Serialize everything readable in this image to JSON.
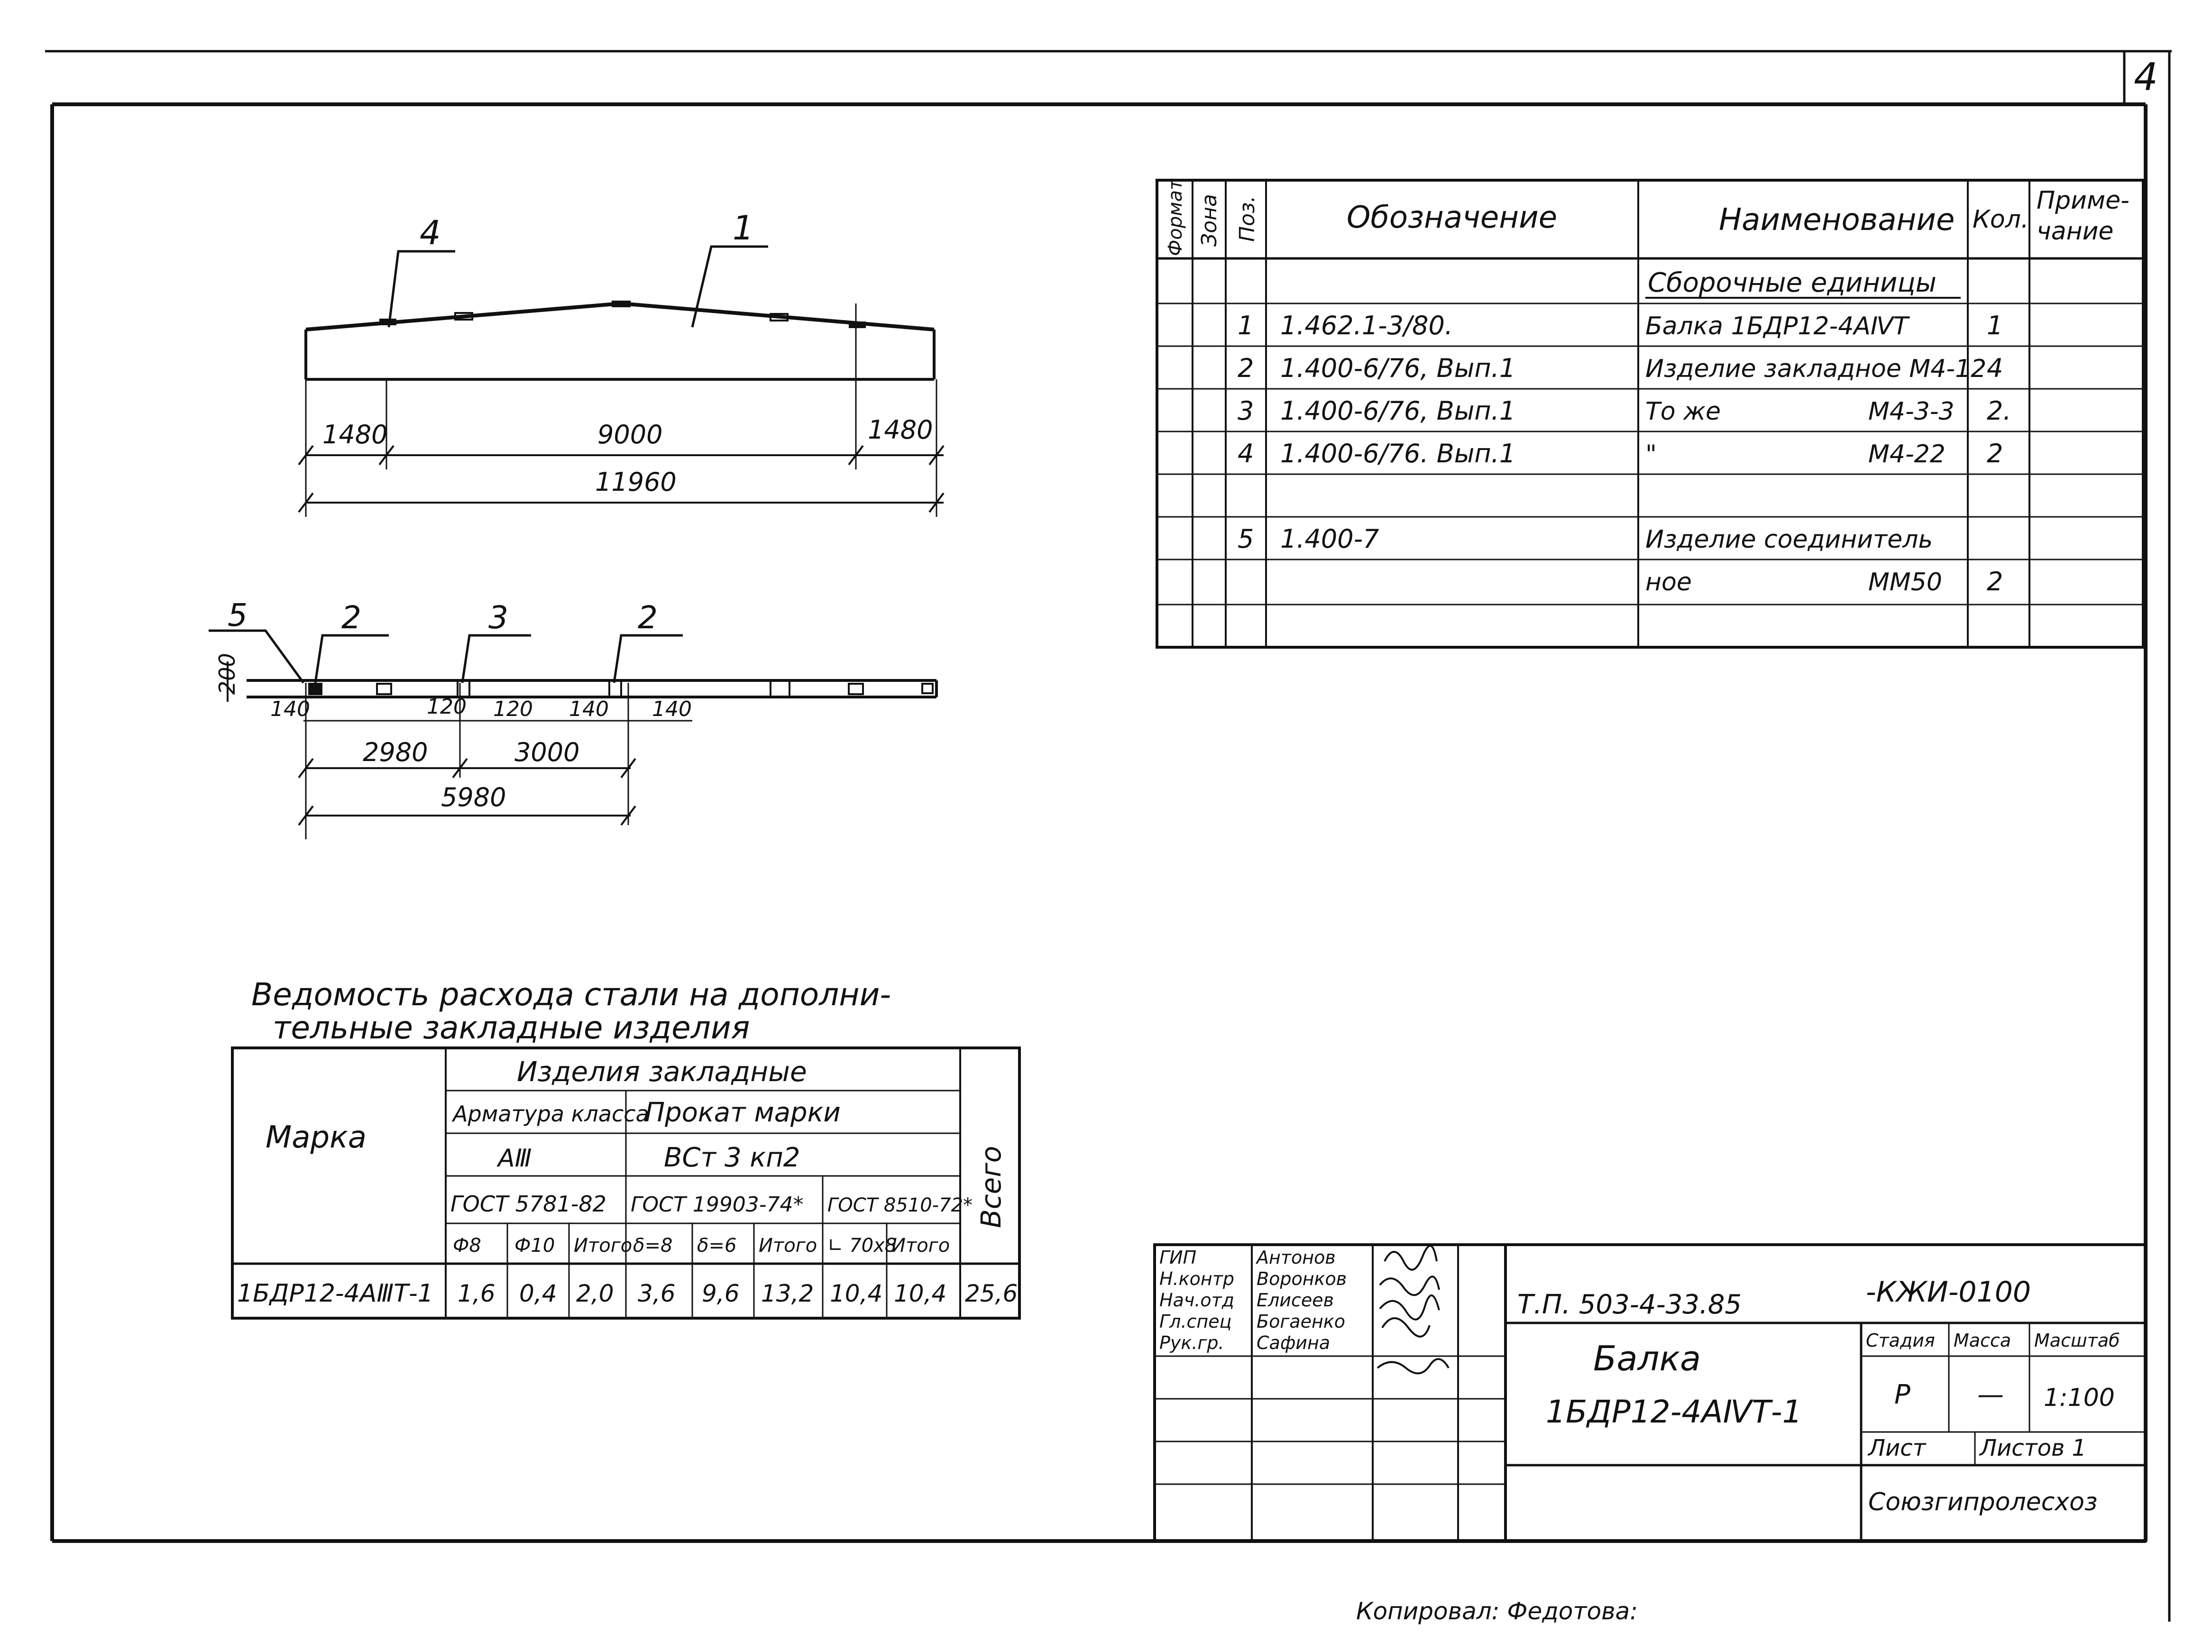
{
  "sheet_number": "4",
  "drawing_top": {
    "leader_labels": [
      "4",
      "1"
    ],
    "dims": [
      "1480",
      "9000",
      "1480"
    ],
    "overall": "11960"
  },
  "drawing_bottom": {
    "leader_labels": [
      "5",
      "2",
      "3",
      "2"
    ],
    "height_dim": "200",
    "small_dims": [
      "140",
      "120",
      "120",
      "140",
      "140"
    ],
    "dims": [
      "2980",
      "3000"
    ],
    "overall": "5980"
  },
  "spec_table": {
    "header": {
      "format": "Формат",
      "zone": "Зона",
      "pos": "Поз.",
      "designation": "Обозначение",
      "name": "Наименование",
      "qty": "Кол.",
      "note": "Приме-\nчание"
    },
    "section_title": "Сборочные единицы",
    "rows": [
      {
        "pos": "1",
        "designation": "1.462.1-3/80.",
        "name": "Балка 1БДР12-4АⅣТ",
        "mark": "",
        "qty": "1"
      },
      {
        "pos": "2",
        "designation": "1.400-6/76, Вып.1",
        "name": "Изделие закладное М4-12",
        "mark": "",
        "qty": "4"
      },
      {
        "pos": "3",
        "designation": "1.400-6/76, Вып.1",
        "name": "То же",
        "mark": "М4-3-3",
        "qty": "2."
      },
      {
        "pos": "4",
        "designation": "1.400-6/76. Вып.1",
        "name": "\"",
        "mark": "М4-22",
        "qty": "2"
      },
      {
        "pos": "5",
        "designation": "1.400-7",
        "name": "Изделие соединитель",
        "mark": "",
        "qty": ""
      },
      {
        "pos": "",
        "designation": "",
        "name": "ное",
        "mark": "ММ50",
        "qty": "2"
      }
    ]
  },
  "steel_table": {
    "title_line1": "Ведомость расхода стали на дополни-",
    "title_line2": "тельные закладные изделия",
    "col_mark": "Марка",
    "group": "Изделия закладные",
    "rebar_class": "Арматура класса",
    "rebar_grade": "АⅢ",
    "rebar_gost": "ГОСТ 5781-82",
    "rolled": "Прокат марки",
    "rolled_grade": "ВСт 3 кп2",
    "rolled_gost1": "ГОСТ 19903-74*",
    "rolled_gost2": "ГОСТ 8510-72*",
    "total": "Всего",
    "sub_headers": [
      "Ф8",
      "Ф10",
      "Итого",
      "δ=8",
      "δ=6",
      "Итого",
      "∟ 70х8",
      "Итого"
    ],
    "row": {
      "mark": "1БДР12-4АⅢТ-1",
      "values": [
        "1,6",
        "0,4",
        "2,0",
        "3,6",
        "9,6",
        "13,2",
        "10,4",
        "10,4",
        "25,6"
      ]
    }
  },
  "title_block": {
    "roles": [
      "ГИП",
      "Н.контр",
      "Нач.отд",
      "Гл.спец",
      "Рук.гр."
    ],
    "names": [
      "Антонов",
      "Воронков",
      "Елисеев",
      "Богаенко",
      "Сафина"
    ],
    "project_code": "Т.П. 503-4-33.85",
    "doc_code": "-КЖИ-0100",
    "title_line1": "Балка",
    "title_line2": "1БДР12-4АⅣТ-1",
    "stage_label": "Стадия",
    "mass_label": "Масса",
    "scale_label": "Масштаб",
    "stage": "Р",
    "mass": "—",
    "scale": "1:100",
    "sheet_label": "Лист",
    "sheets_label": "Листов 1",
    "organization": "Союзгипролесхоз"
  },
  "copied_by": "Копировал: Федотова:"
}
